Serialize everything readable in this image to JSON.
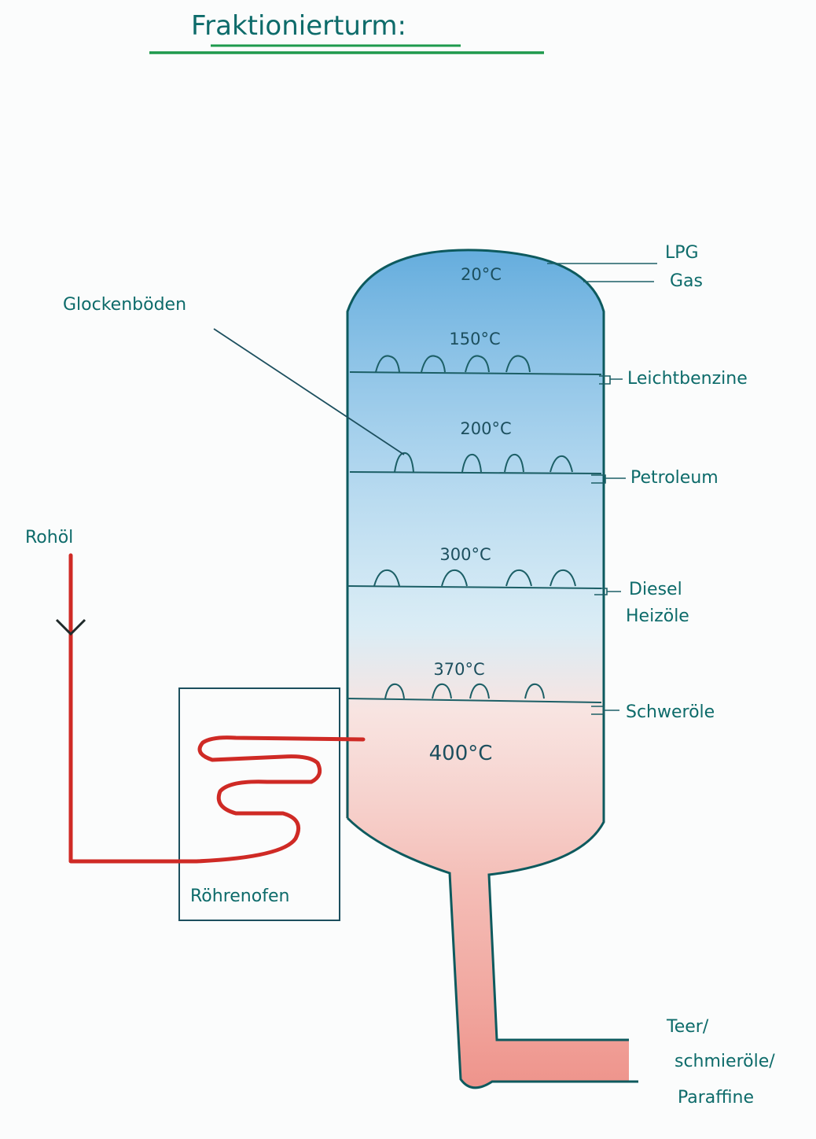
{
  "title": "Fraktionierturm:",
  "colors": {
    "ink": "#0d6b6a",
    "crude_line": "#cf2a25",
    "cool_fill": "#59a8dc",
    "hot_fill": "#ee8a80",
    "underline": "#1e9a4d"
  },
  "labels": {
    "glockenboeden": "Glockenböden",
    "rohoel": "Rohöl",
    "roehrenofen": "Röhrenofen"
  },
  "temperatures": {
    "t20": "20°C",
    "t150": "150°C",
    "t200": "200°C",
    "t300": "300°C",
    "t370": "370°C",
    "t400": "400°C"
  },
  "products": {
    "lpg": "LPG",
    "gas": "Gas",
    "leichtbenzine": "Leichtbenzine",
    "petroleum": "Petroleum",
    "diesel": "Diesel",
    "heizoele": "Heizöle",
    "schweroele": "Schweröle",
    "teer": "Teer/",
    "schmieroele": "schmieröle/",
    "paraffine": "Paraffine"
  }
}
